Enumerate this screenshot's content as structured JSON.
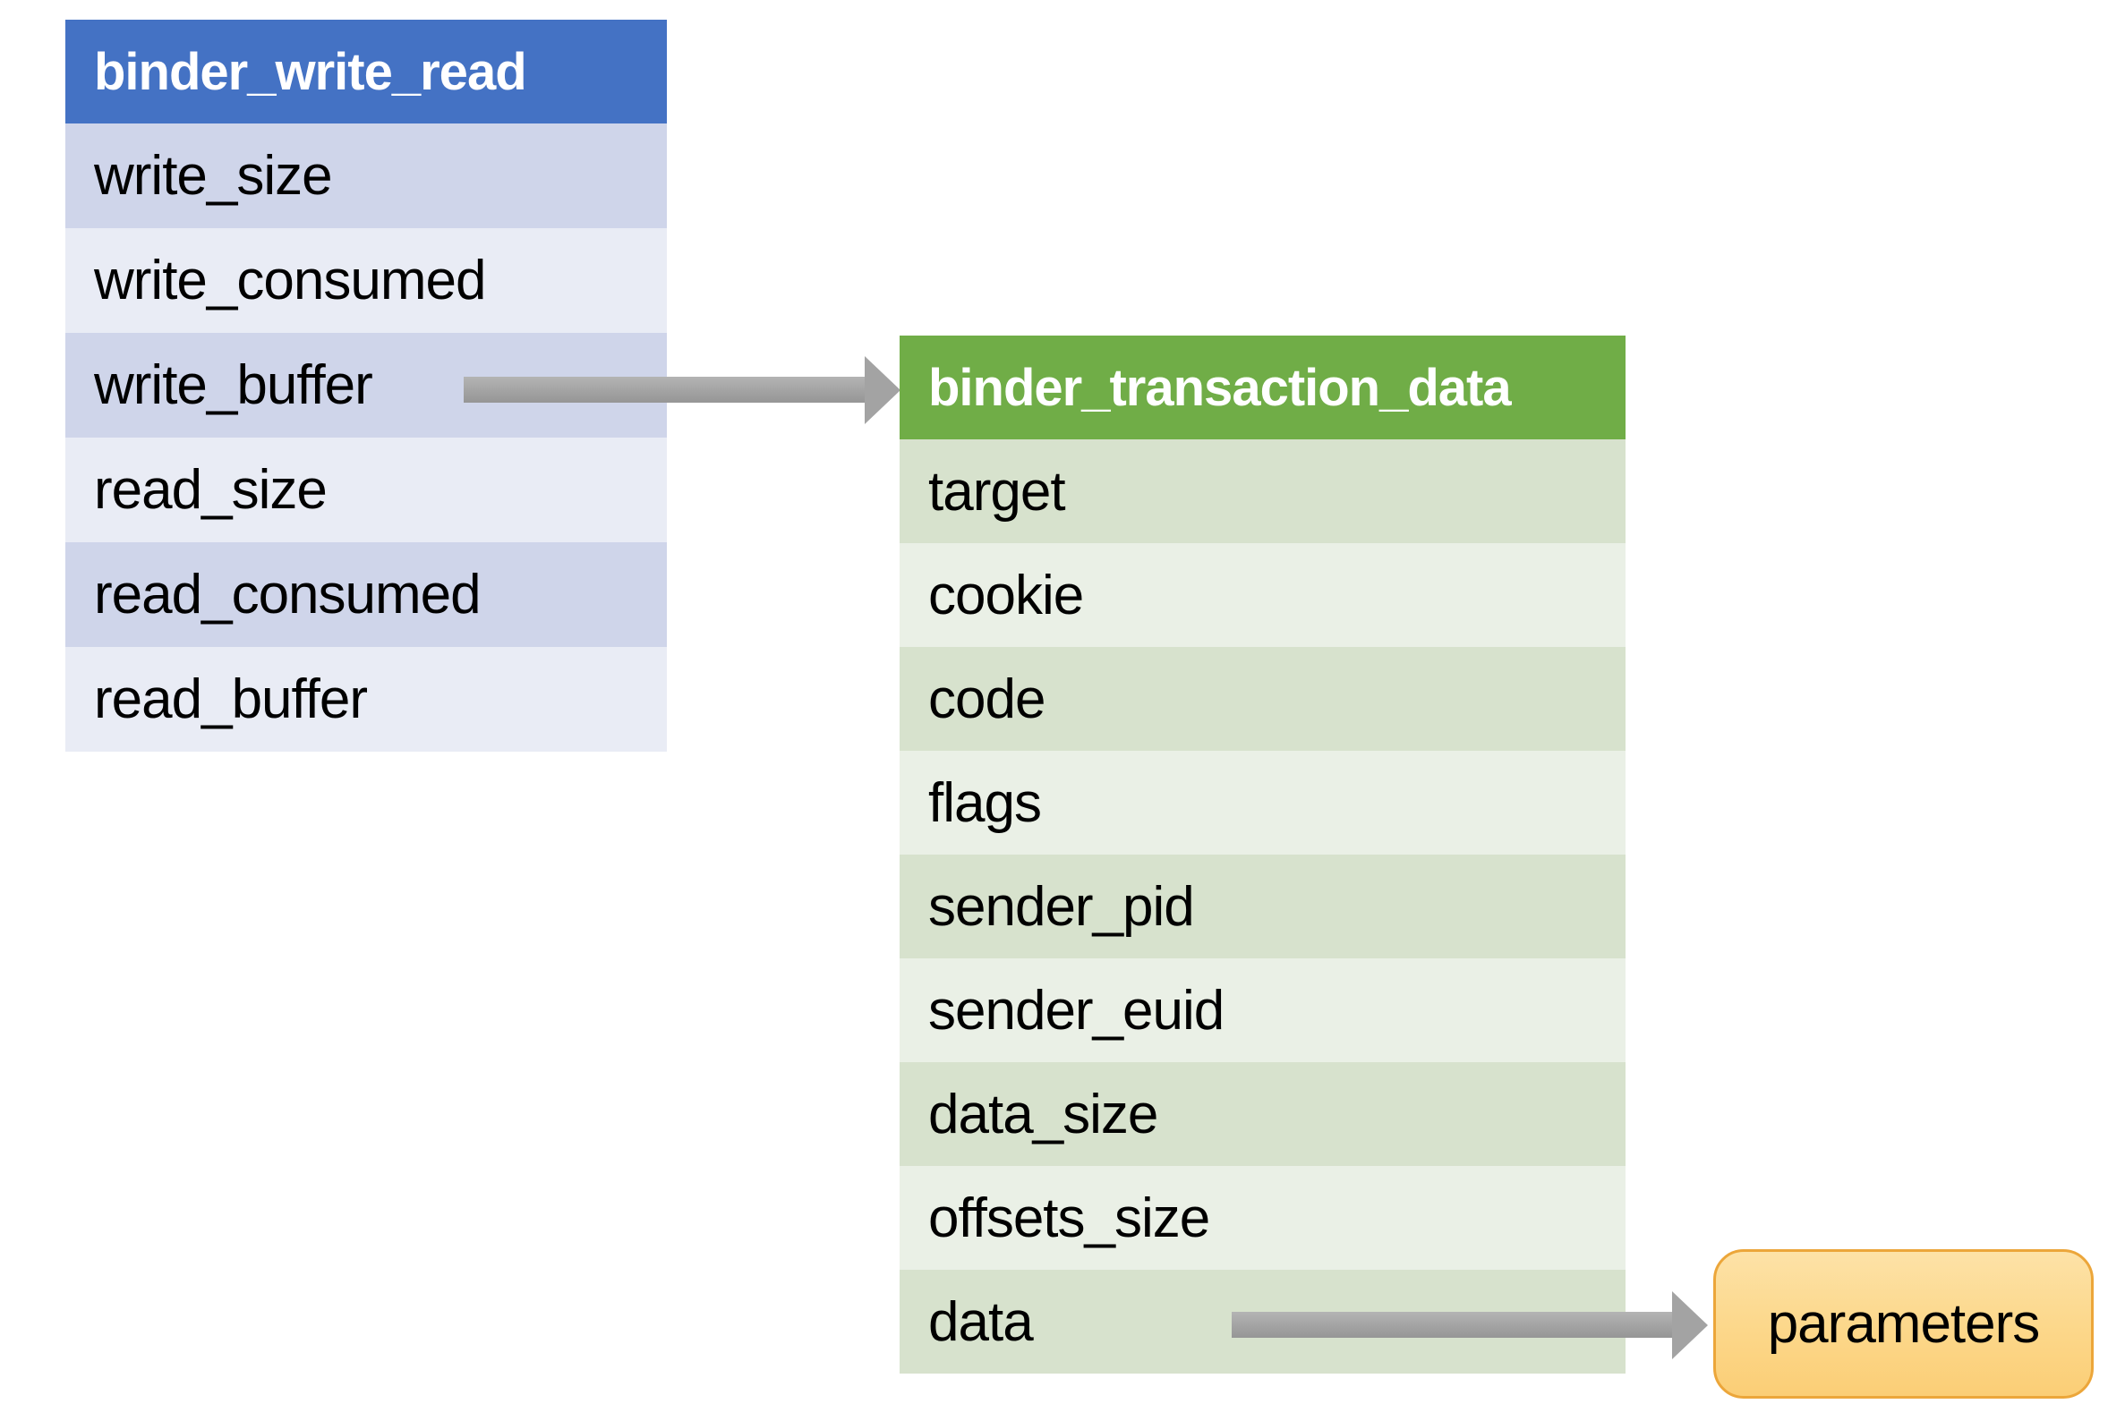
{
  "diagram": {
    "left_table": {
      "title": "binder_write_read",
      "rows": [
        "write_size",
        "write_consumed",
        "write_buffer",
        "read_size",
        "read_consumed",
        "read_buffer"
      ],
      "header_color": "#4472c4",
      "row_color_dark": "#cfd5ea",
      "row_color_light": "#e9ecf5"
    },
    "right_table": {
      "title": "binder_transaction_data",
      "rows": [
        "target",
        "cookie",
        "code",
        "flags",
        "sender_pid",
        "sender_euid",
        "data_size",
        "offsets_size",
        "data"
      ],
      "header_color": "#70ad47",
      "row_color_dark": "#d7e2cd",
      "row_color_light": "#eaf0e6"
    },
    "callout": {
      "label": "parameters",
      "border_color": "#eca63a",
      "fill_top": "#fde2a7",
      "fill_bottom": "#fbce76"
    },
    "arrows": [
      {
        "from": "write_buffer",
        "to": "binder_transaction_data",
        "color": "#a6a6a6"
      },
      {
        "from": "data",
        "to": "parameters",
        "color": "#a6a6a6"
      }
    ]
  }
}
